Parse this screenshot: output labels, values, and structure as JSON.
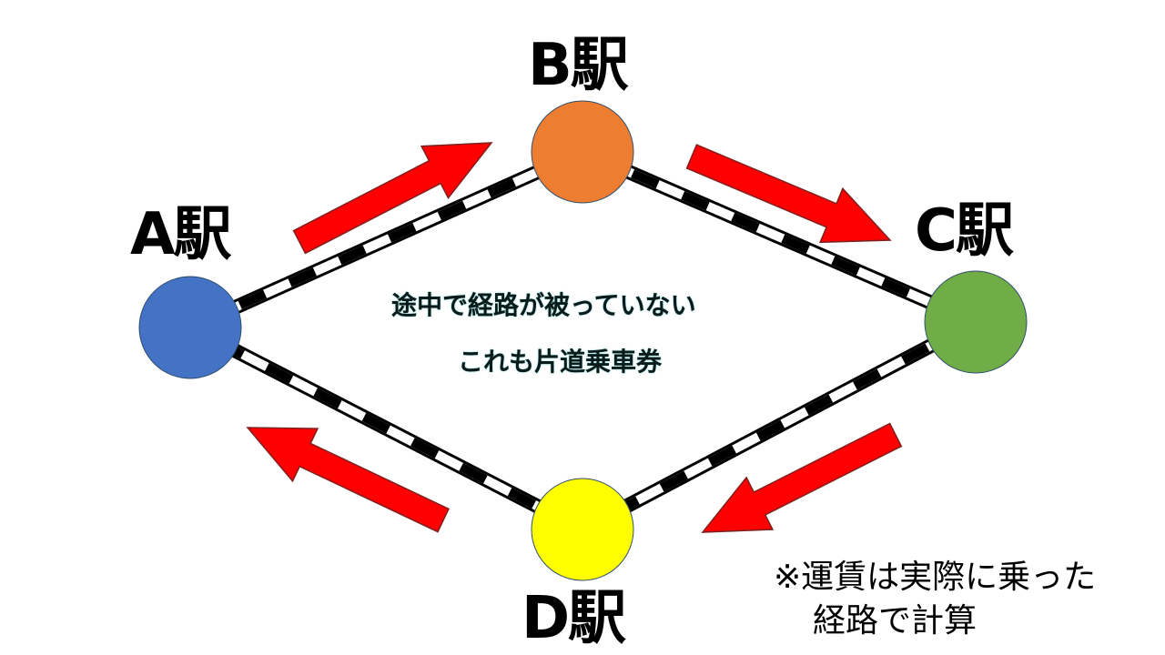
{
  "stations": {
    "a": {
      "label": "A駅",
      "color": "#4472c4"
    },
    "b": {
      "label": "B駅",
      "color": "#ed7d31"
    },
    "c": {
      "label": "C駅",
      "color": "#70ad47"
    },
    "d": {
      "label": "D駅",
      "color": "#ffff00"
    }
  },
  "rail_colors": {
    "tie": "#000000",
    "gap": "#ffffff"
  },
  "arrow_color": "#ff0000",
  "center_text": {
    "line1": "途中で経路が被っていない",
    "line2": "これも片道乗車券"
  },
  "note": {
    "line1": "※運賃は実際に乗った",
    "line2": "経路で計算"
  }
}
